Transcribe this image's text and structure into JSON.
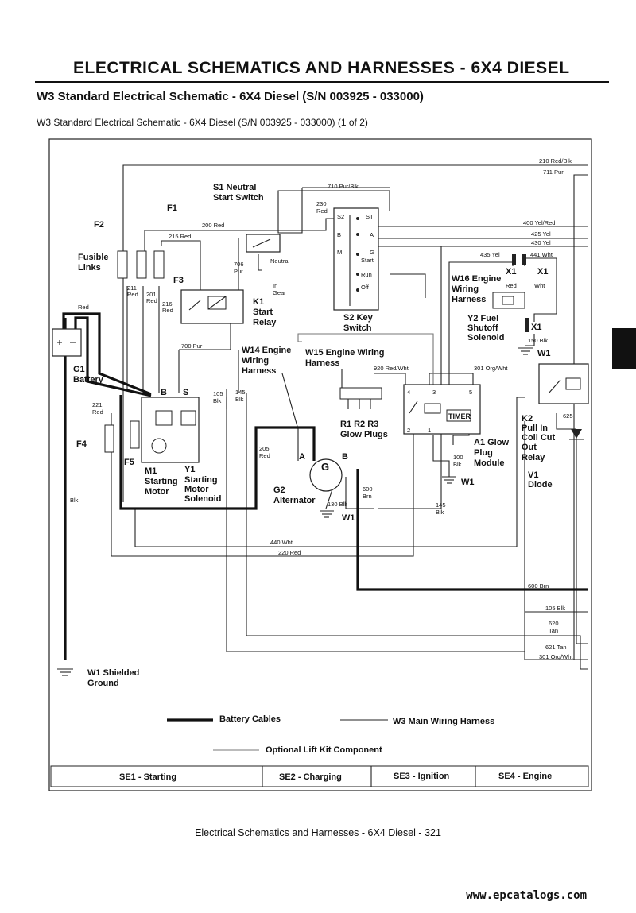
{
  "header": {
    "title": "ELECTRICAL   SCHEMATICS AND HARNESSES - 6X4 DIESEL",
    "subtitle": "W3 Standard Electrical Schematic - 6X4 Diesel (S/N 003925 - 033000)",
    "caption": "W3 Standard Electrical Schematic - 6X4 Diesel (S/N 003925 - 033000) (1 of 2)"
  },
  "components": {
    "f1": "F1",
    "f2": "F2",
    "f3": "F3",
    "f4": "F4",
    "f5": "F5",
    "fusible_1": "Fusible",
    "fusible_2": "Links",
    "g1_1": "G1",
    "g1_2": "Battery",
    "s1_1": "S1 Neutral",
    "s1_2": "Start Switch",
    "k1_1": "K1",
    "k1_2": "Start",
    "k1_3": "Relay",
    "s2_1": "S2 Key",
    "s2_2": "Switch",
    "m1_1": "M1",
    "m1_2": "Starting",
    "m1_3": "Motor",
    "y1_1": "Y1",
    "y1_2": "Starting",
    "y1_3": "Motor",
    "y1_4": "Solenoid",
    "w14_1": "W14 Engine",
    "w14_2": "Wiring",
    "w14_3": "Harness",
    "w15_1": "W15 Engine Wiring",
    "w15_2": "Harness",
    "r_1": "R1 R2 R3",
    "r_2": "Glow Plugs",
    "w16_1": "W16 Engine",
    "w16_2": "Wiring",
    "w16_3": "Harness",
    "y2_1": "Y2 Fuel",
    "y2_2": "Shutoff",
    "y2_3": "Solenoid",
    "x1a": "X1",
    "x1b": "X1",
    "x1c": "X1",
    "w1a": "W1",
    "w1b": "W1",
    "w1c": "W1",
    "w1d": "W1",
    "a1_1": "A1 Glow",
    "a1_2": "Plug",
    "a1_3": "Module",
    "k2_1": "K2",
    "k2_2": "Pull In",
    "k2_3": "Coil Cut",
    "k2_4": "Out",
    "k2_5": "Relay",
    "v1_1": "V1",
    "v1_2": "Diode",
    "g2_1": "G2",
    "g2_2": "Alternator",
    "g2_sym": "G",
    "shield_1": "W1 Shielded",
    "shield_2": "Ground",
    "timer": "TIMER",
    "term_b1": "B",
    "term_s1": "S",
    "term_a": "A",
    "term_b2": "B",
    "st": "ST",
    "a_term": "A",
    "g_term": "G",
    "b_key": "B",
    "m_key": "M",
    "s2_term": "S2",
    "start": "Start",
    "run": "Run",
    "off": "Off",
    "neutral": "Neutral",
    "in_gear_1": "In",
    "in_gear_2": "Gear",
    "p4": "4",
    "p3": "3",
    "p5": "5",
    "p2": "2",
    "p1": "1",
    "red_lbl": "Red",
    "wht_lbl": "Wht"
  },
  "wires": {
    "w210": "210 Red/Blk",
    "w711": "711 Pur",
    "w710": "710 Pur/Blk",
    "w230a": "230",
    "w230b": "Red",
    "w200": "200 Red",
    "w215": "215 Red",
    "w400": "400 Yel/Red",
    "w425": "425 Yel",
    "w430": "430 Yel",
    "w435": "435 Yel",
    "w441": "441 Wht",
    "w706a": "706",
    "w706b": "Pur",
    "w211a": "211",
    "w211b": "Red",
    "w201a": "201",
    "w201b": "Red",
    "w216a": "216",
    "w216b": "Red",
    "w700": "700 Pur",
    "red_bat": "Red",
    "w105a": "105",
    "w105b": "Blk",
    "w145a": "145",
    "w145b": "Blk",
    "w920": "920 Red/Wht",
    "w301": "301 Org/Wht",
    "w150a": "150 Blk",
    "w625": "625",
    "w221a": "221",
    "w221b": "Red",
    "w205a": "205",
    "w205b": "Red",
    "w100a": "100",
    "w100b": "Blk",
    "w600a": "600",
    "w600b": "Brn",
    "w130": "130 Blk",
    "w145c": "145",
    "w145d": "Blk",
    "blk": "Blk",
    "w440": "440 Wht",
    "w220": "220 Red",
    "w600c": "600 Brn",
    "w105c": "105 Blk",
    "w620a": "620",
    "w620b": "Tan",
    "w621": "621 Tan",
    "w301b": "301 Org/Wht"
  },
  "legend": {
    "battery_cables": "Battery Cables",
    "main_harness": "W3 Main Wiring Harness",
    "lift_kit": "Optional Lift Kit Component"
  },
  "sections": [
    "SE1 - Starting",
    "SE2 - Charging",
    "SE3 - Ignition",
    "SE4 - Engine"
  ],
  "footer": {
    "text": "Electrical   Schematics and Harnesses - 6X4 Diesel  - 321"
  },
  "watermark": "www.epcatalogs.com"
}
